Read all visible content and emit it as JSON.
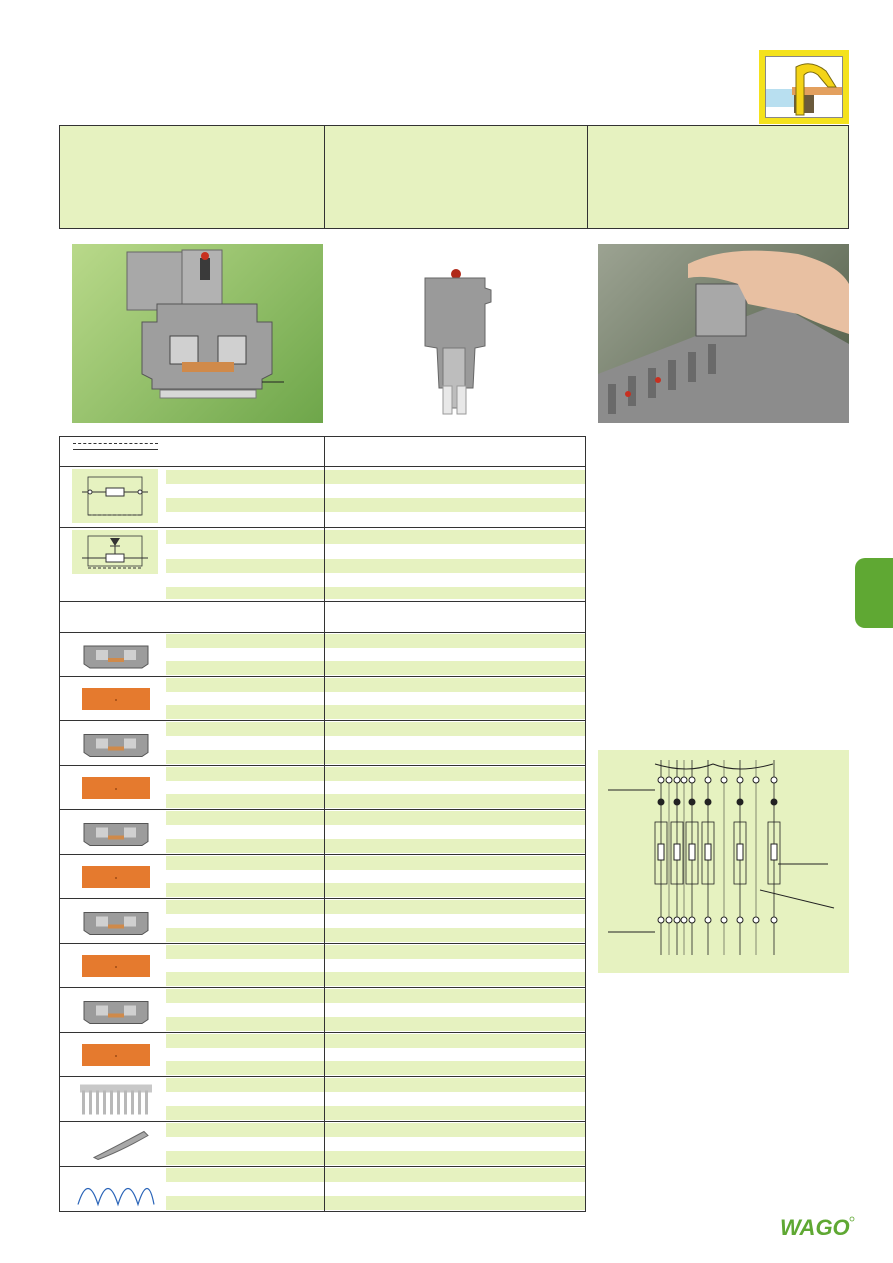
{
  "logo": {
    "icon": "cage-clamp-lever-icon",
    "accent": "#f4e21c"
  },
  "brand": {
    "name": "WAGO",
    "color": "#5fa833"
  },
  "colors": {
    "row_stripe": "#e6f2c0",
    "part_orange": "#e57a2e",
    "tab_green": "#5fa833"
  },
  "photos": [
    {
      "name": "terminal-block-with-fuse-photo"
    },
    {
      "name": "fuse-plug-photo"
    },
    {
      "name": "hand-inserting-fuse-plug-photo"
    }
  ],
  "symbols": [
    {
      "name": "fuse-symbol-icon"
    },
    {
      "name": "fuse-with-led-symbol-icon"
    }
  ],
  "accessories": [
    {
      "name": "terminal-block-2-conductor",
      "color": "gray"
    },
    {
      "name": "end-plate-small",
      "color": "orange"
    },
    {
      "name": "terminal-block-3-conductor",
      "color": "gray"
    },
    {
      "name": "end-plate-notched",
      "color": "orange"
    },
    {
      "name": "terminal-block-4-conductor",
      "color": "gray"
    },
    {
      "name": "end-plate-wide",
      "color": "orange"
    },
    {
      "name": "terminal-block-double-deck",
      "color": "gray"
    },
    {
      "name": "end-plate-double-deck",
      "color": "orange"
    },
    {
      "name": "terminal-block-double-deck-b",
      "color": "gray"
    },
    {
      "name": "end-plate-double-deck-b",
      "color": "orange"
    },
    {
      "name": "comb-jumper",
      "color": "gray"
    },
    {
      "name": "operating-tool",
      "color": "gray"
    },
    {
      "name": "wire-jumper",
      "color": "blue"
    }
  ]
}
